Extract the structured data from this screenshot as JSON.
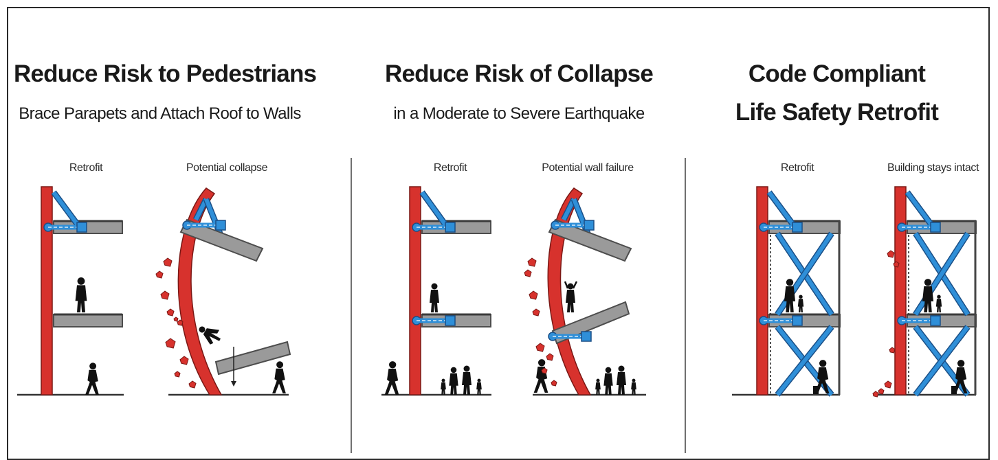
{
  "panels": [
    {
      "title": "Reduce Risk to Pedestrians",
      "subtitle": "Brace Parapets and Attach Roof to Walls",
      "left_caption": "Retrofit",
      "right_caption": "Potential collapse"
    },
    {
      "title": "Reduce Risk of Collapse",
      "subtitle": "in a Moderate to Severe Earthquake",
      "left_caption": "Retrofit",
      "right_caption": "Potential wall failure"
    },
    {
      "title": "Code Compliant",
      "subtitle": "Life Safety Retrofit",
      "left_caption": "Retrofit",
      "right_caption": "Building stays intact"
    }
  ],
  "colors": {
    "wall": "#d7322d",
    "wall_outline": "#7a1815",
    "brace": "#2f8fd8",
    "brace_outline": "#1b4f86",
    "floor": "#9a9a9a",
    "floor_outline": "#4d4d4d",
    "person": "#111111",
    "ground": "#333333"
  },
  "icons": [
    "wall-icon",
    "brace-icon",
    "floor-slab-icon",
    "pedestrian-icon",
    "debris-icon",
    "falling-person-icon",
    "family-icon"
  ]
}
